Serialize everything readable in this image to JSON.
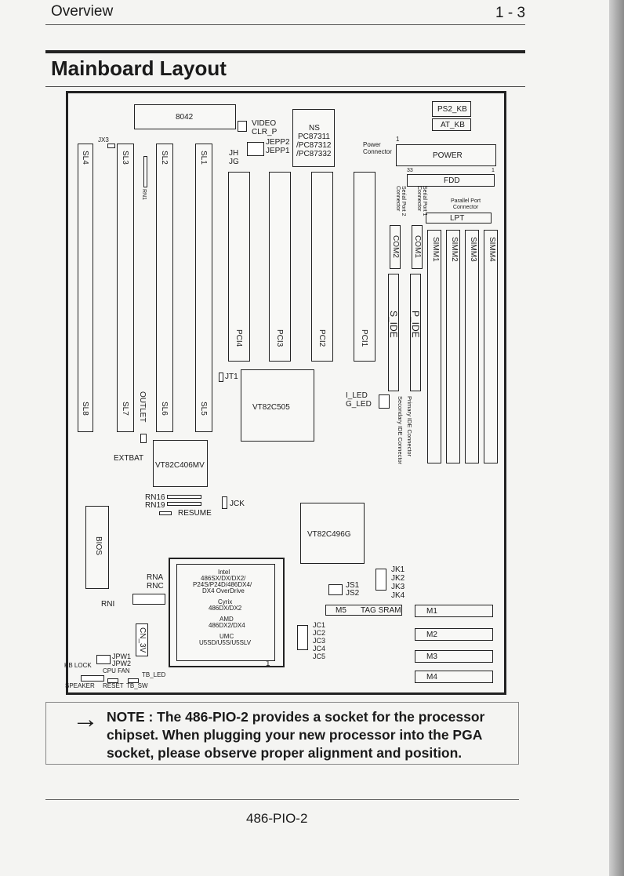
{
  "header": {
    "section": "Overview",
    "page": "1 - 3"
  },
  "title": "Mainboard Layout",
  "board": {
    "chips": {
      "kbc": "8042",
      "ns_line1": "NS",
      "ns_line2": "PC87311",
      "ns_line3": "/PC87312",
      "ns_line4": "/PC87332",
      "vt505": "VT82C505",
      "vt406": "VT82C406MV",
      "vt496": "VT82C496G",
      "bios": "BIOS"
    },
    "connectors": {
      "ps2": "PS2_KB",
      "at": "AT_KB",
      "power": "POWER",
      "power_label": "Power\nConnector",
      "power_pin": "1",
      "fdd": "FDD",
      "fdd_pin_left": "33",
      "fdd_pin_right": "1",
      "parallel_label": "Parallel Port\nConnector",
      "lpt": "LPT",
      "serial1_label": "Serial Port 1\nConnector",
      "serial2_label": "Serial Port 2\nConnector",
      "com1": "COM1",
      "com2": "COM2",
      "pide": "P_IDE",
      "side": "S_IDE",
      "primary_ide": "Primary IDE Connector",
      "secondary_ide": "Secondary IDE Connector"
    },
    "slots": {
      "sl4": "SL4",
      "sl3": "SL3",
      "sl2": "SL2",
      "sl1": "SL1",
      "sl8": "SL8",
      "sl7": "SL7",
      "sl6": "SL6",
      "sl5": "SL5",
      "pci4": "PCI4",
      "pci3": "PCI3",
      "pci2": "PCI2",
      "pci1": "PCI1",
      "simm1": "SIMM1",
      "simm2": "SIMM2",
      "simm3": "SIMM3",
      "simm4": "SIMM4"
    },
    "jumpers": {
      "video": "VIDEO",
      "clrp": "CLR_P",
      "jepp2": "JEPP2",
      "jepp1": "JEPP1",
      "jh": "JH",
      "jg": "JG",
      "jx3": "JX3",
      "rn1": "RN1",
      "jt1": "JT1",
      "outlet": "OUTLET",
      "extbat": "EXTBAT",
      "iled": "I_LED",
      "gled": "G_LED",
      "rn16": "RN16",
      "rn19": "RN19",
      "resume": "RESUME",
      "jck": "JCK",
      "rna": "RNA",
      "rnc": "RNC",
      "rni": "RNI",
      "js1": "JS1",
      "js2": "JS2",
      "jk1": "JK1",
      "jk2": "JK2",
      "jk3": "JK3",
      "jk4": "JK4",
      "jc1": "JC1",
      "jc2": "JC2",
      "jc3": "JC3",
      "jc4": "JC4",
      "jc5": "JC5",
      "cn3v": "CN_3V",
      "jpw1": "JPW1",
      "jpw2": "JPW2",
      "kblock": "KB LOCK",
      "cpufan": "CPU FAN",
      "tbled": "TB_LED",
      "speaker": "SPEAKER",
      "reset": "RESET",
      "tbsw": "TB_SW"
    },
    "cpu": {
      "l1": "Intel",
      "l2": "486SX/DX/DX2/",
      "l3": "P24S/P24D/486DX4/",
      "l4": "DX4 OverDrive",
      "l5": "Cyrix",
      "l6": "486DX/DX2",
      "l7": "AMD",
      "l8": "486DX2/DX4",
      "l9": "UMC",
      "l10": "U5SD/U5S/U5SLV",
      "pin1": "1"
    },
    "cache": {
      "m5": "M5",
      "tag": "TAG SRAM",
      "m1": "M1",
      "m2": "M2",
      "m3": "M3",
      "m4": "M4"
    }
  },
  "note": {
    "arrow": "→",
    "text": "NOTE : The 486-PIO-2 provides a socket for the processor chipset. When plugging your new processor into the PGA socket, please observe proper alignment and position."
  },
  "footer": "486-PIO-2"
}
